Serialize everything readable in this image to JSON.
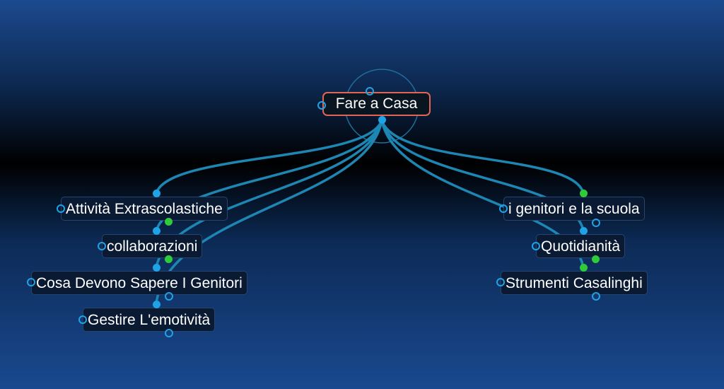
{
  "root": {
    "label": "Fare a Casa"
  },
  "left_nodes": [
    {
      "label": "Attività Extrascolastiche"
    },
    {
      "label": "collaborazioni"
    },
    {
      "label": "Cosa Devono Sapere I Genitori"
    },
    {
      "label": "Gestire L'emotività"
    }
  ],
  "right_nodes": [
    {
      "label": "i genitori e la scuola"
    },
    {
      "label": "Quotidianità"
    },
    {
      "label": "Strumenti Casalinghi"
    }
  ],
  "colors": {
    "link": "#1e86b3",
    "root_border": "#e06555",
    "handle_blue": "#1ea3e6",
    "handle_green": "#2ecb3a"
  }
}
